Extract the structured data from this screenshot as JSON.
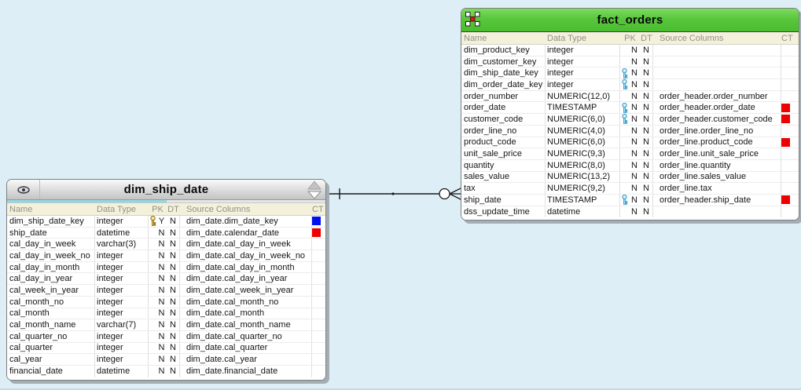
{
  "canvas": {
    "background": "#ddeef7"
  },
  "column_headers": {
    "name": "Name",
    "data_type": "Data Type",
    "pk": "PK",
    "dt": "DT",
    "source_columns": "Source Columns",
    "ct": "CT"
  },
  "colors": {
    "ct_red": "#ee0000",
    "ct_blue": "#0011ee",
    "fact_header_green": "#58c63c",
    "dim_header_silver": "#d8d8d8",
    "progress_cyan": "#8ed9e4",
    "key_blue": "#a8e1f7",
    "key_gold": "#f5d04e"
  },
  "tables": {
    "fact_orders": {
      "title": "fact_orders",
      "rows": [
        {
          "name": "dim_product_key",
          "type": "integer",
          "key": "",
          "pk": "N",
          "dt": "N",
          "source": "",
          "ct": ""
        },
        {
          "name": "dim_customer_key",
          "type": "integer",
          "key": "",
          "pk": "N",
          "dt": "N",
          "source": "",
          "ct": ""
        },
        {
          "name": "dim_ship_date_key",
          "type": "integer",
          "key": "blue",
          "pk": "N",
          "dt": "N",
          "source": "",
          "ct": ""
        },
        {
          "name": "dim_order_date_key",
          "type": "integer",
          "key": "blue",
          "pk": "N",
          "dt": "N",
          "source": "",
          "ct": ""
        },
        {
          "name": "order_number",
          "type": "NUMERIC(12,0)",
          "key": "",
          "pk": "N",
          "dt": "N",
          "source": "order_header.order_number",
          "ct": ""
        },
        {
          "name": "order_date",
          "type": "TIMESTAMP",
          "key": "blue",
          "pk": "N",
          "dt": "N",
          "source": "order_header.order_date",
          "ct": "red"
        },
        {
          "name": "customer_code",
          "type": "NUMERIC(6,0)",
          "key": "blue",
          "pk": "N",
          "dt": "N",
          "source": "order_header.customer_code",
          "ct": "red"
        },
        {
          "name": "order_line_no",
          "type": "NUMERIC(4,0)",
          "key": "",
          "pk": "N",
          "dt": "N",
          "source": "order_line.order_line_no",
          "ct": ""
        },
        {
          "name": "product_code",
          "type": "NUMERIC(6,0)",
          "key": "",
          "pk": "N",
          "dt": "N",
          "source": "order_line.product_code",
          "ct": "red"
        },
        {
          "name": "unit_sale_price",
          "type": "NUMERIC(9,3)",
          "key": "",
          "pk": "N",
          "dt": "N",
          "source": "order_line.unit_sale_price",
          "ct": ""
        },
        {
          "name": "quantity",
          "type": "NUMERIC(8,0)",
          "key": "",
          "pk": "N",
          "dt": "N",
          "source": "order_line.quantity",
          "ct": ""
        },
        {
          "name": "sales_value",
          "type": "NUMERIC(13,2)",
          "key": "",
          "pk": "N",
          "dt": "N",
          "source": "order_line.sales_value",
          "ct": ""
        },
        {
          "name": "tax",
          "type": "NUMERIC(9,2)",
          "key": "",
          "pk": "N",
          "dt": "N",
          "source": "order_line.tax",
          "ct": ""
        },
        {
          "name": "ship_date",
          "type": "TIMESTAMP",
          "key": "blue",
          "pk": "N",
          "dt": "N",
          "source": "order_header.ship_date",
          "ct": "red"
        },
        {
          "name": "dss_update_time",
          "type": "datetime",
          "key": "",
          "pk": "N",
          "dt": "N",
          "source": "",
          "ct": ""
        }
      ]
    },
    "dim_ship_date": {
      "title": "dim_ship_date",
      "progress_fraction": 0.5,
      "rows": [
        {
          "name": "dim_ship_date_key",
          "type": "integer",
          "key": "gold",
          "pk": "Y",
          "dt": "N",
          "source": "dim_date.dim_date_key",
          "ct": "blue"
        },
        {
          "name": "ship_date",
          "type": "datetime",
          "key": "",
          "pk": "N",
          "dt": "N",
          "source": "dim_date.calendar_date",
          "ct": "red"
        },
        {
          "name": "cal_day_in_week",
          "type": "varchar(3)",
          "key": "",
          "pk": "N",
          "dt": "N",
          "source": "dim_date.cal_day_in_week",
          "ct": ""
        },
        {
          "name": "cal_day_in_week_no",
          "type": "integer",
          "key": "",
          "pk": "N",
          "dt": "N",
          "source": "dim_date.cal_day_in_week_no",
          "ct": ""
        },
        {
          "name": "cal_day_in_month",
          "type": "integer",
          "key": "",
          "pk": "N",
          "dt": "N",
          "source": "dim_date.cal_day_in_month",
          "ct": ""
        },
        {
          "name": "cal_day_in_year",
          "type": "integer",
          "key": "",
          "pk": "N",
          "dt": "N",
          "source": "dim_date.cal_day_in_year",
          "ct": ""
        },
        {
          "name": "cal_week_in_year",
          "type": "integer",
          "key": "",
          "pk": "N",
          "dt": "N",
          "source": "dim_date.cal_week_in_year",
          "ct": ""
        },
        {
          "name": "cal_month_no",
          "type": "integer",
          "key": "",
          "pk": "N",
          "dt": "N",
          "source": "dim_date.cal_month_no",
          "ct": ""
        },
        {
          "name": "cal_month",
          "type": "integer",
          "key": "",
          "pk": "N",
          "dt": "N",
          "source": "dim_date.cal_month",
          "ct": ""
        },
        {
          "name": "cal_month_name",
          "type": "varchar(7)",
          "key": "",
          "pk": "N",
          "dt": "N",
          "source": "dim_date.cal_month_name",
          "ct": ""
        },
        {
          "name": "cal_quarter_no",
          "type": "integer",
          "key": "",
          "pk": "N",
          "dt": "N",
          "source": "dim_date.cal_quarter_no",
          "ct": ""
        },
        {
          "name": "cal_quarter",
          "type": "integer",
          "key": "",
          "pk": "N",
          "dt": "N",
          "source": "dim_date.cal_quarter",
          "ct": ""
        },
        {
          "name": "cal_year",
          "type": "integer",
          "key": "",
          "pk": "N",
          "dt": "N",
          "source": "dim_date.cal_year",
          "ct": ""
        },
        {
          "name": "financial_date",
          "type": "datetime",
          "key": "",
          "pk": "N",
          "dt": "N",
          "source": "dim_date.financial_date",
          "ct": ""
        }
      ]
    }
  },
  "relationship": {
    "from": "dim_ship_date",
    "to": "fact_orders",
    "from_symbol": "one-tick",
    "to_symbol": "circle-crowfoot"
  }
}
